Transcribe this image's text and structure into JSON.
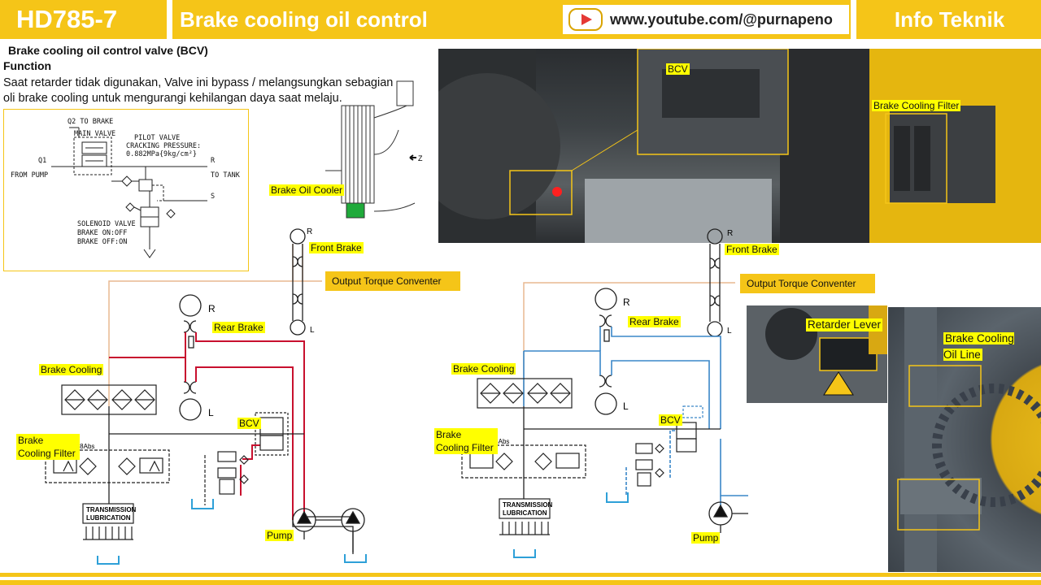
{
  "header": {
    "model": "HD785-7",
    "title": "Brake cooling oil control",
    "youtube_url": "www.youtube.com/@purnapeno",
    "channel": "Info Teknik"
  },
  "intro": {
    "valve_name": "Brake cooling oil control valve (BCV)",
    "function_label": "Function",
    "description": "Saat retarder tidak digunakan, Valve ini bypass / melangsungkan sebagian oli brake cooling untuk mengurangi kehilangan daya saat melaju."
  },
  "schematic": {
    "q2": "Q2 TO BRAKE",
    "main_valve": "MAIN VALVE",
    "pilot_valve": "PILOT VALVE",
    "cracking": "CRACKING PRESSURE:",
    "cracking_value": "0.882MPa{9kg/cm²}",
    "q1": "Q1",
    "from_pump": "FROM PUMP",
    "r": "R",
    "to_tank": "TO TANK",
    "s": "S",
    "solenoid": "SOLENOID VALVE",
    "brake_on": "BRAKE ON:OFF",
    "brake_off": "BRAKE OFF:ON"
  },
  "labels": {
    "brake_oil_cooler": "Brake Oil Cooler",
    "bcv_photo": "BCV",
    "brake_cooling_filter_photo": "Brake Cooling Filter",
    "retarder_lever": "Retarder Lever",
    "brake_cooling_oil_line": "Brake Cooling Oil Line",
    "z_marker": "Z"
  },
  "left_diagram": {
    "front_brake": "Front Brake",
    "output_torque": "Output Torque Conventer",
    "rear_brake": "Rear Brake",
    "brake_cooling": "Brake Cooling",
    "brake_cooling_filter": "Brake Cooling Filter",
    "filter_spec": "30μ+8Abs",
    "bcv": "BCV",
    "pump": "Pump",
    "transmission": "TRANSMISSION",
    "lubrication": "LUBRICATION",
    "r": "R",
    "l": "L"
  },
  "right_diagram": {
    "front_brake": "Front Brake",
    "output_torque": "Output Torque Conventer",
    "rear_brake": "Rear Brake",
    "brake_cooling": "Brake Cooling",
    "brake_cooling_filter": "Brake Cooling Filter",
    "filter_spec": "30μ+8Abs",
    "bcv": "BCV",
    "pump": "Pump",
    "transmission": "TRANSMISSION",
    "lubrication": "LUBRICATION",
    "r": "R",
    "l": "L"
  },
  "colors": {
    "accent": "#f5c518",
    "label_bg": "#ffff00",
    "oil_flow_active": "#c8102e",
    "oil_flow_bypass": "#3a87c8",
    "torque_line": "#e8b890"
  }
}
